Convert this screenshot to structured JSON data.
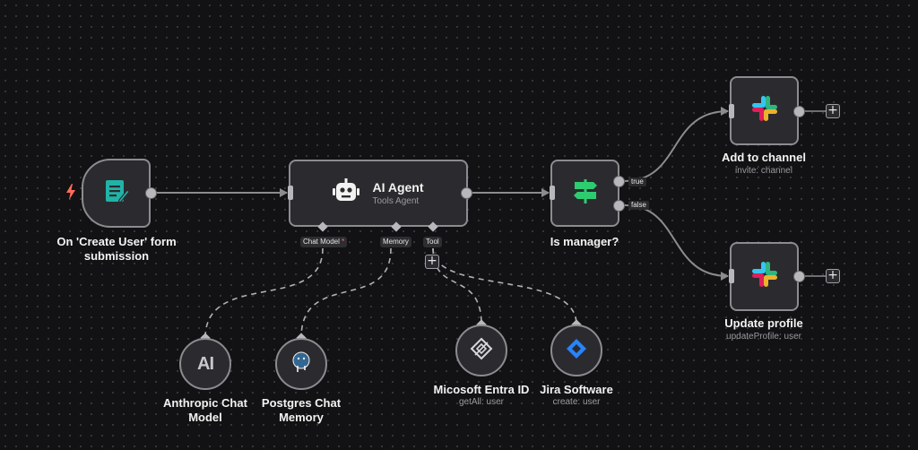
{
  "canvas": {
    "background": "#121214",
    "node_border": "#8c8c90",
    "edge_color": "#8c8c90"
  },
  "nodes": {
    "trigger": {
      "label_line1": "On 'Create User' form",
      "label_line2": "submission",
      "icon": "form-icon",
      "bolt_icon": "lightning-icon",
      "accent": "#21b3a8"
    },
    "agent": {
      "title": "AI Agent",
      "subtitle": "Tools Agent",
      "icon": "robot-icon",
      "ports": {
        "chat_model": "Chat Model",
        "required_mark": "*",
        "memory": "Memory",
        "tool": "Tool"
      }
    },
    "if": {
      "label": "Is manager?",
      "icon": "signpost-icon",
      "accent": "#2ecc71",
      "true_label": "true",
      "false_label": "false"
    },
    "slack_add": {
      "label": "Add to channel",
      "sub": "invite: channel",
      "icon": "slack-icon"
    },
    "slack_update": {
      "label": "Update profile",
      "sub": "updateProfile: user",
      "icon": "slack-icon"
    },
    "anthropic": {
      "label_line1": "Anthropic Chat",
      "label_line2": "Model",
      "glyph": "AI",
      "icon": "anthropic-icon"
    },
    "postgres": {
      "label_line1": "Postgres Chat",
      "label_line2": "Memory",
      "icon": "postgres-icon"
    },
    "entra": {
      "label": "Micosoft Entra ID",
      "sub": "getAll: user",
      "icon": "entra-id-icon"
    },
    "jira": {
      "label": "Jira Software",
      "sub": "create: user",
      "icon": "jira-icon",
      "accent": "#2684ff"
    }
  },
  "plus": "+"
}
